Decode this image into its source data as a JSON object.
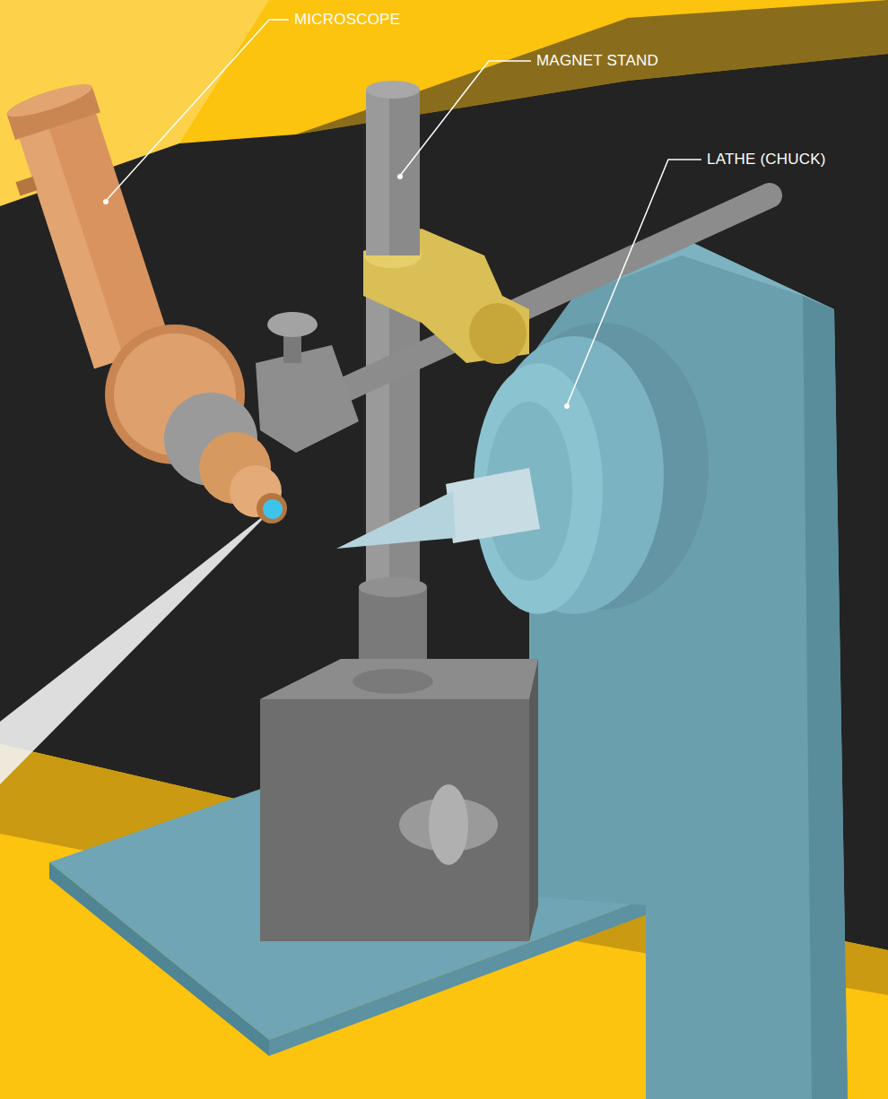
{
  "diagram": {
    "labels": [
      "MICROSCOPE",
      "MAGNET STAND",
      "LATHE (CHUCK)"
    ]
  }
}
